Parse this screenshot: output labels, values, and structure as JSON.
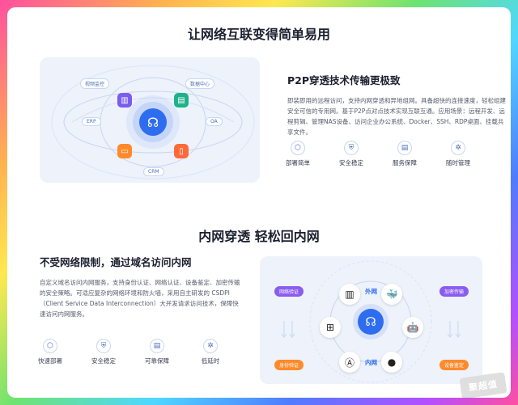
{
  "section1": {
    "heading": "让网络互联变得简单易用",
    "diagram": {
      "tags": [
        "视频监控",
        "数据中心",
        "ERP",
        "OA",
        "CRM"
      ]
    },
    "title": "P2P穿透技术传输更极致",
    "body": "即装即用的远程访问，支持内网穿透和异地组网。具备超快的连接速度，轻松组建安全可信的专用网。基于P2P点对点技术实现互联互通。应用场景：远程开发、远程剪辑、管理NAS设备、访问企业办公系统、Docker、SSH、RDP桌面、挂载共享文件。",
    "features": [
      {
        "label": "部署简单",
        "icon": "cube-icon"
      },
      {
        "label": "安全稳定",
        "icon": "shield-icon"
      },
      {
        "label": "服务保障",
        "icon": "document-icon"
      },
      {
        "label": "随时管理",
        "icon": "settings-icon"
      }
    ]
  },
  "section2": {
    "heading": "内网穿透 轻松回内网",
    "title": "不受网络限制，通过域名访问内网",
    "body": "自定义域名访问内网服务，支持身份认证、网络认证、设备鉴定、加密传输的安全策略。可适应复杂的网络环境和防火墙，采用自主研发的 CSDPI（Client Service Data Interconnection）大并发请求访问技术，保障快速访问内网服务。",
    "features": [
      {
        "label": "快速部署",
        "icon": "cube-icon"
      },
      {
        "label": "安全稳定",
        "icon": "shield-icon"
      },
      {
        "label": "可靠保障",
        "icon": "document-icon"
      },
      {
        "label": "低延时",
        "icon": "settings-icon"
      }
    ],
    "diagram": {
      "label_outer": "外网",
      "label_inner": "内网",
      "pills": [
        {
          "text": "网络验证",
          "color": "#8a5cf0"
        },
        {
          "text": "加密传输",
          "color": "#8a5cf0"
        },
        {
          "text": "身份验证",
          "color": "#ff8a2a"
        },
        {
          "text": "设备鉴定",
          "color": "#ff8a2a"
        }
      ]
    }
  },
  "watermark": "聚超值"
}
